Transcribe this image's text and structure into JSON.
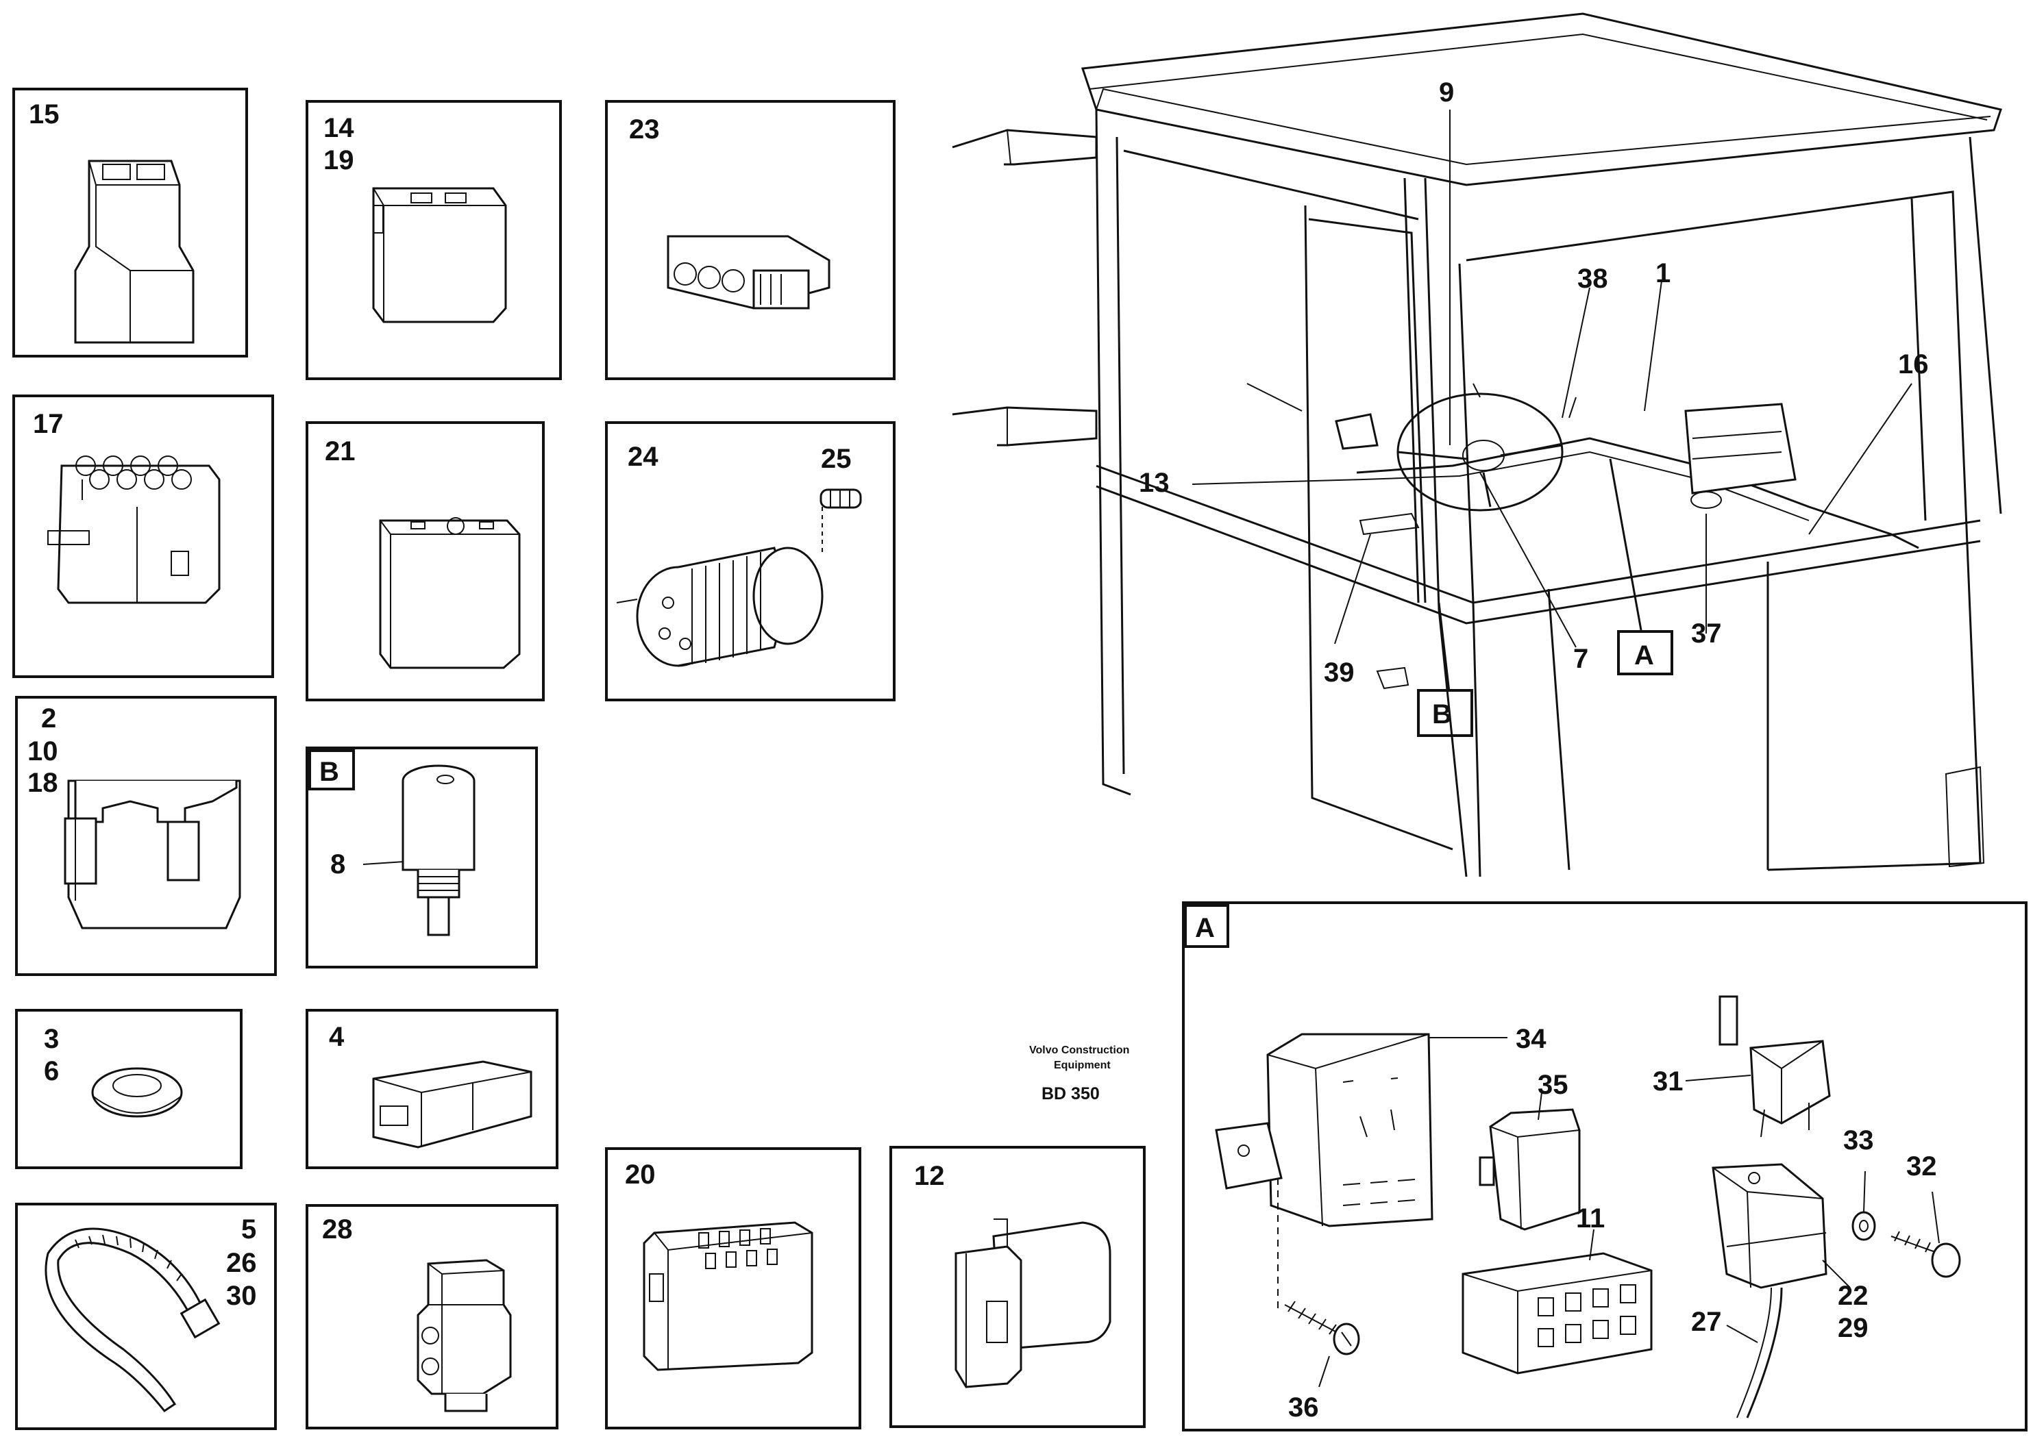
{
  "diagram": {
    "caption": {
      "line1": "Volvo Construction",
      "line2": "Equipment",
      "code": "BD 350"
    },
    "panels": [
      {
        "id": "p15",
        "labels": [
          "15"
        ]
      },
      {
        "id": "p14",
        "labels": [
          "14",
          "19"
        ]
      },
      {
        "id": "p23",
        "labels": [
          "23"
        ]
      },
      {
        "id": "p17",
        "labels": [
          "17"
        ]
      },
      {
        "id": "p21",
        "labels": [
          "21"
        ]
      },
      {
        "id": "p24",
        "labels": [
          "24",
          "25"
        ]
      },
      {
        "id": "p2",
        "labels": [
          "2",
          "10",
          "18"
        ]
      },
      {
        "id": "pB",
        "labels": [
          "B",
          "8"
        ]
      },
      {
        "id": "p3",
        "labels": [
          "3",
          "6"
        ]
      },
      {
        "id": "p4",
        "labels": [
          "4"
        ]
      },
      {
        "id": "p5",
        "labels": [
          "5",
          "26",
          "30"
        ]
      },
      {
        "id": "p28",
        "labels": [
          "28"
        ]
      },
      {
        "id": "p20",
        "labels": [
          "20"
        ]
      },
      {
        "id": "p12",
        "labels": [
          "12"
        ]
      }
    ],
    "cab_callouts": [
      "9",
      "38",
      "1",
      "16",
      "13",
      "39",
      "7",
      "37",
      "A",
      "B"
    ],
    "detail_a": {
      "title": "A",
      "callouts": [
        "34",
        "35",
        "31",
        "33",
        "32",
        "11",
        "22",
        "29",
        "27",
        "36"
      ]
    }
  }
}
